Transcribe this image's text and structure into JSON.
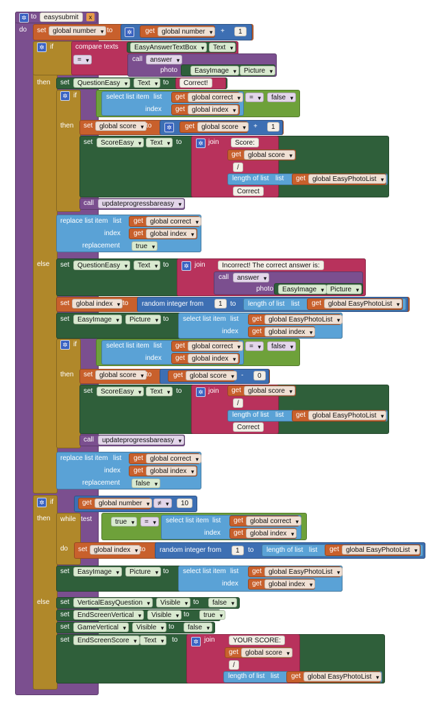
{
  "procedure": {
    "to": "to",
    "name": "easysubmit",
    "close": "x",
    "do": "do"
  },
  "kw": {
    "if": "if",
    "then": "then",
    "else": "else",
    "set": "set",
    "to": "to",
    "get": "get",
    "call": "call",
    "join": "join",
    "while": "while",
    "test": "test",
    "do": "do",
    "index": "index",
    "photo": "photo",
    "list": "list",
    "replacement": "replacement",
    "select_list_item": "select list item",
    "replace_list_item": "replace list item",
    "length_of_list": "length of list",
    "random_integer_from": "random integer from",
    "compare_texts": "compare texts"
  },
  "vars": {
    "number": "global number",
    "correct": "global correct",
    "index": "global index",
    "score": "global score",
    "photolist": "global EasyPhotoList"
  },
  "components": {
    "answerbox": "EasyAnswerTextBox",
    "image": "EasyImage",
    "question": "QuestionEasy",
    "score": "ScoreEasy",
    "verticalq": "VerticalEasyQuestion",
    "endvertical": "EndScreenVertical",
    "gamevertical": "GameVertical",
    "endscore": "EndScreenScore"
  },
  "props": {
    "text": "Text",
    "picture": "Picture",
    "visible": "Visible"
  },
  "procs": {
    "answer": "answer",
    "update": "updateprogressbareasy"
  },
  "ops": {
    "plus": "+",
    "minus": "-",
    "eq": "=",
    "neq": "≠"
  },
  "values": {
    "one": "1",
    "zero": "0",
    "ten": "10",
    "false": "false",
    "true": "true"
  },
  "strings": {
    "correct_bang": "Correct!",
    "score_label": "Score: ",
    "slash": "/",
    "correct": "Correct",
    "incorrect": "Incorrect! The correct answer is: ",
    "your_score": "YOUR SCORE: "
  },
  "colors": {
    "procedure": "#7b4f8f",
    "control": "#b0882a",
    "variable": "#c8602c",
    "math": "#3d6fb3",
    "text": "#b8325c",
    "logic": "#6ea13a",
    "list": "#5aa2d6",
    "component": "#2f5f3a"
  }
}
